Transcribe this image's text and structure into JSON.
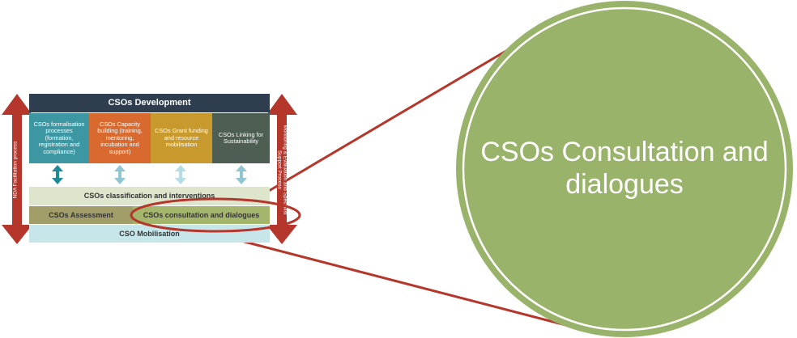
{
  "diagram": {
    "title": "CSOs Development",
    "boxes": {
      "formalisation": "CSOs formalisation processes (formation, registration and compliance)",
      "capacity": "CSOs Capacity building (training, mentoring, incubation and support)",
      "grant": "CSOs Grant funding and resource mobilisation",
      "linking": "CSOs Linking for Sustainability"
    },
    "classification": "CSOs classification and interventions",
    "assessment": "CSOs Assessment",
    "consultation": "CSOs consultation and dialogues",
    "mobilisation": "CSO Mobilisation",
    "left_label": "NDA Facilitation process",
    "right_label": "Monitoring & Evaluation and Specialist Support Process"
  },
  "zoom": {
    "text": "CSOs Consultation and dialogues"
  },
  "colors": {
    "dark_red": "#b5362b",
    "navy": "#2e3e4f",
    "teal": "#3d97a2",
    "orange": "#d86a30",
    "gold": "#c8992c",
    "dark_green": "#4e5e53",
    "olive_green": "#99b46a",
    "light_green": "#dde6cd",
    "khaki": "#a29e6a",
    "light_blue": "#c7e6ea"
  }
}
